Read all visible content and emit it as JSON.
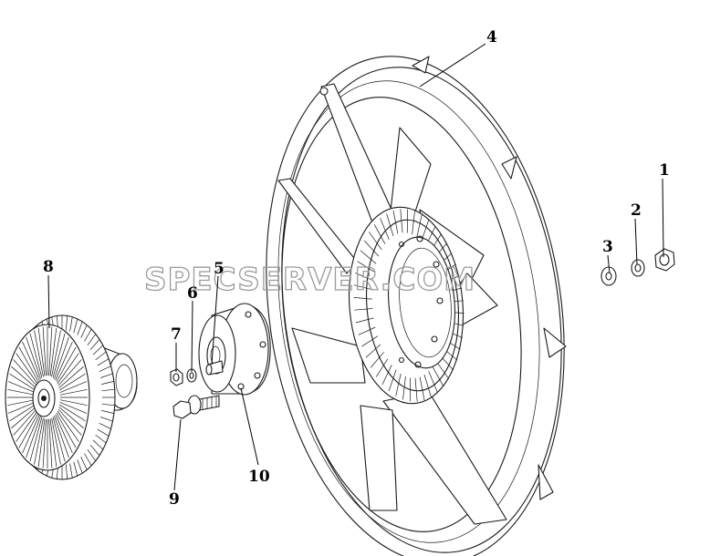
{
  "diagram": {
    "watermark": "SPECSERVER.COM",
    "parts": [
      {
        "id": "1",
        "label": "1"
      },
      {
        "id": "2",
        "label": "2"
      },
      {
        "id": "3",
        "label": "3"
      },
      {
        "id": "4",
        "label": "4"
      },
      {
        "id": "5",
        "label": "5"
      },
      {
        "id": "6",
        "label": "6"
      },
      {
        "id": "7",
        "label": "7"
      },
      {
        "id": "8",
        "label": "8"
      },
      {
        "id": "9",
        "label": "9"
      },
      {
        "id": "10",
        "label": "10"
      }
    ]
  }
}
